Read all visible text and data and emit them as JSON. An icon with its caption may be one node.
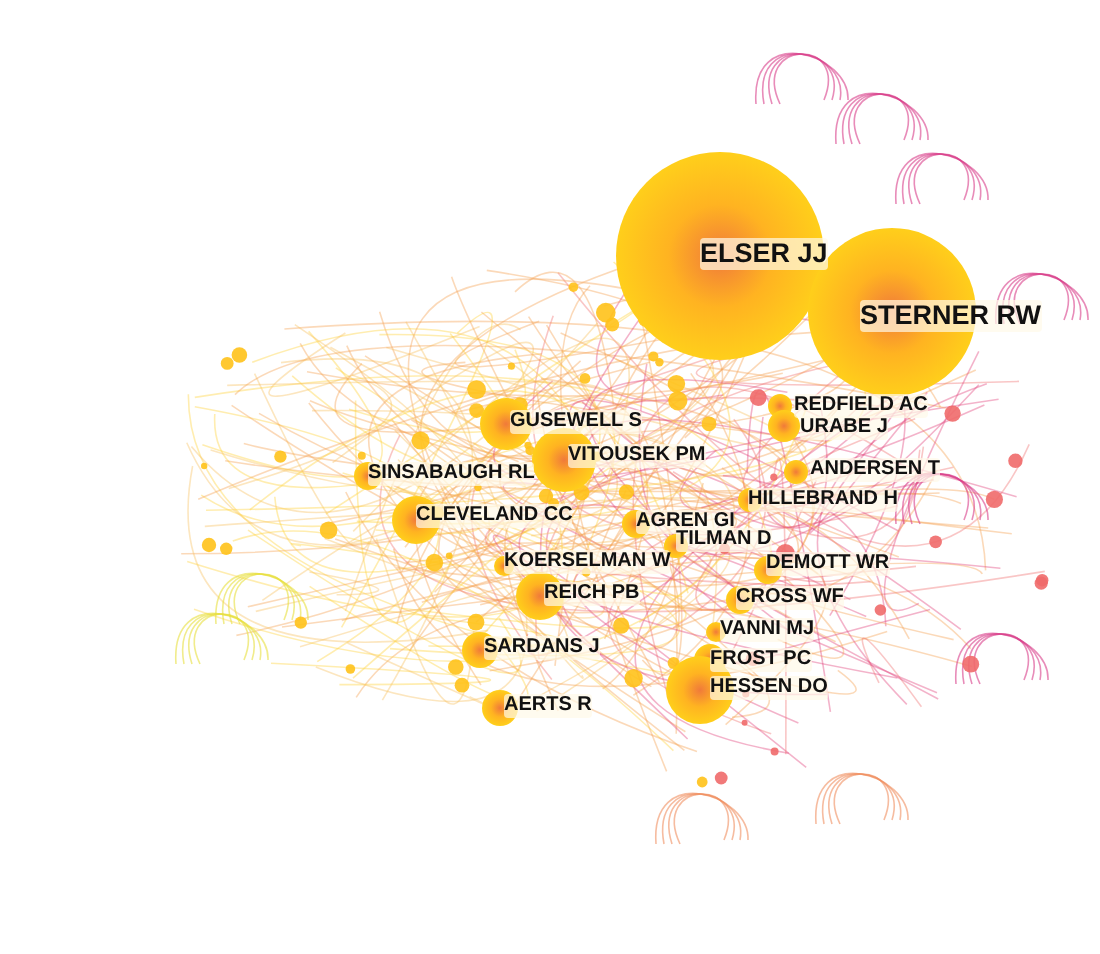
{
  "diagram": {
    "nodes": [
      {
        "text": [
          "ELSER JJ"
        ]
      },
      {
        "text": [
          "STERNER RW"
        ]
      },
      {
        "text": [
          "REDFIELD AC"
        ]
      },
      {
        "text": [
          "GUSEWELL S"
        ]
      },
      {
        "text": [
          "URABE J"
        ]
      },
      {
        "text": [
          "VITOUSEK PM"
        ]
      },
      {
        "text": [
          "SINSABAUGH RL"
        ]
      },
      {
        "text": [
          "ANDERSEN T"
        ]
      },
      {
        "text": [
          "HILLEBRAND H"
        ]
      },
      {
        "text": [
          "CLEVELAND CC"
        ]
      },
      {
        "text": [
          "AGREN GI"
        ]
      },
      {
        "text": [
          "TILMAN D"
        ]
      },
      {
        "text": [
          "KOERSELMAN W"
        ]
      },
      {
        "text": [
          "DEMOTT WR"
        ]
      },
      {
        "text": [
          "REICH PB"
        ]
      },
      {
        "text": [
          "CROSS WF"
        ]
      },
      {
        "text": [
          "SARDANS J"
        ]
      },
      {
        "text": [
          "VANNI MJ"
        ]
      },
      {
        "text": [
          "FROST PC"
        ]
      },
      {
        "text": [
          "HESSEN DO"
        ]
      },
      {
        "text": [
          "AERTS R"
        ]
      }
    ]
  }
}
